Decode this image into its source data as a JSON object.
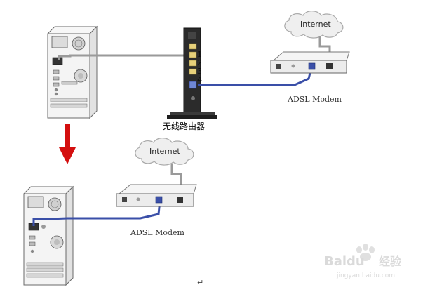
{
  "labels": {
    "internet_top": "Internet",
    "internet_bottom": "Internet",
    "router_caption": "无线路由器",
    "modem_top_caption": "ADSL Modem",
    "modem_bottom_caption": "ADSL Modem",
    "port_1": "1",
    "port_2": "2",
    "port_3": "3",
    "port_4": "4",
    "return_mark": "↵",
    "watermark_brand": "Baidu",
    "watermark_cn": "经验",
    "watermark_url": "jingyan.baidu.com"
  },
  "colors": {
    "grey_cable": "#9a9a9a",
    "blue_cable": "#3a4fa8",
    "arrow_red": "#d40f0f",
    "device_fill": "#f2f2f2",
    "device_stroke": "#666666",
    "router_body": "#2b2b2b"
  },
  "icons": {
    "cloud": "cloud-icon",
    "computer": "desktop-tower-icon",
    "router": "wireless-router-icon",
    "modem": "adsl-modem-icon",
    "arrow": "down-arrow-icon"
  }
}
